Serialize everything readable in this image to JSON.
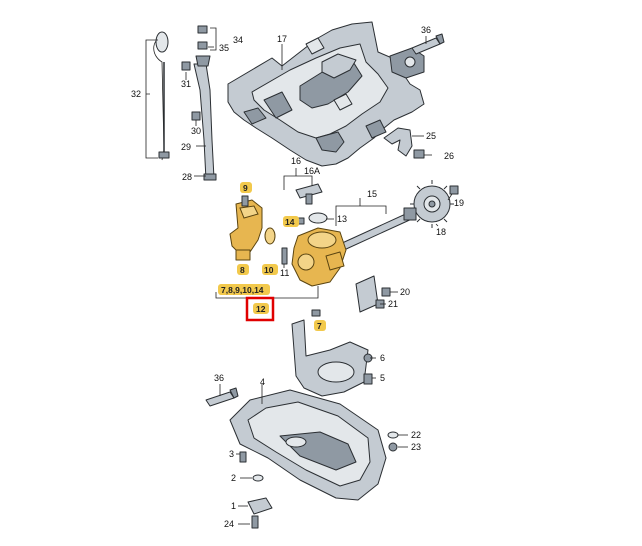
{
  "diagram": {
    "highlight_color": "#e00000",
    "badge_color": "#f2c94c",
    "plain_callouts": [
      {
        "id": "p36a",
        "label": "36"
      },
      {
        "id": "p17",
        "label": "17"
      },
      {
        "id": "p34",
        "label": "34"
      },
      {
        "id": "p35",
        "label": "35"
      },
      {
        "id": "p32",
        "label": "32"
      },
      {
        "id": "p31",
        "label": "31"
      },
      {
        "id": "p30",
        "label": "30"
      },
      {
        "id": "p29",
        "label": "29"
      },
      {
        "id": "p28",
        "label": "28"
      },
      {
        "id": "p25",
        "label": "25"
      },
      {
        "id": "p26",
        "label": "26"
      },
      {
        "id": "p16",
        "label": "16"
      },
      {
        "id": "p16a",
        "label": "16A"
      },
      {
        "id": "p15",
        "label": "15"
      },
      {
        "id": "p19",
        "label": "19"
      },
      {
        "id": "p13",
        "label": "13"
      },
      {
        "id": "p18",
        "label": "18"
      },
      {
        "id": "p11",
        "label": "11"
      },
      {
        "id": "p20",
        "label": "20"
      },
      {
        "id": "p21",
        "label": "21"
      },
      {
        "id": "p6",
        "label": "6"
      },
      {
        "id": "p5",
        "label": "5"
      },
      {
        "id": "p36b",
        "label": "36"
      },
      {
        "id": "p4",
        "label": "4"
      },
      {
        "id": "p22",
        "label": "22"
      },
      {
        "id": "p23",
        "label": "23"
      },
      {
        "id": "p3",
        "label": "3"
      },
      {
        "id": "p2",
        "label": "2"
      },
      {
        "id": "p1",
        "label": "1"
      },
      {
        "id": "p24",
        "label": "24"
      }
    ],
    "badge_callouts": [
      {
        "id": "b9",
        "label": "9"
      },
      {
        "id": "b14",
        "label": "14"
      },
      {
        "id": "b8",
        "label": "8"
      },
      {
        "id": "b10",
        "label": "10"
      },
      {
        "id": "b7",
        "label": "7"
      },
      {
        "id": "bgroup",
        "label": "7,8,9,10,14"
      },
      {
        "id": "b12",
        "label": "12"
      }
    ]
  }
}
